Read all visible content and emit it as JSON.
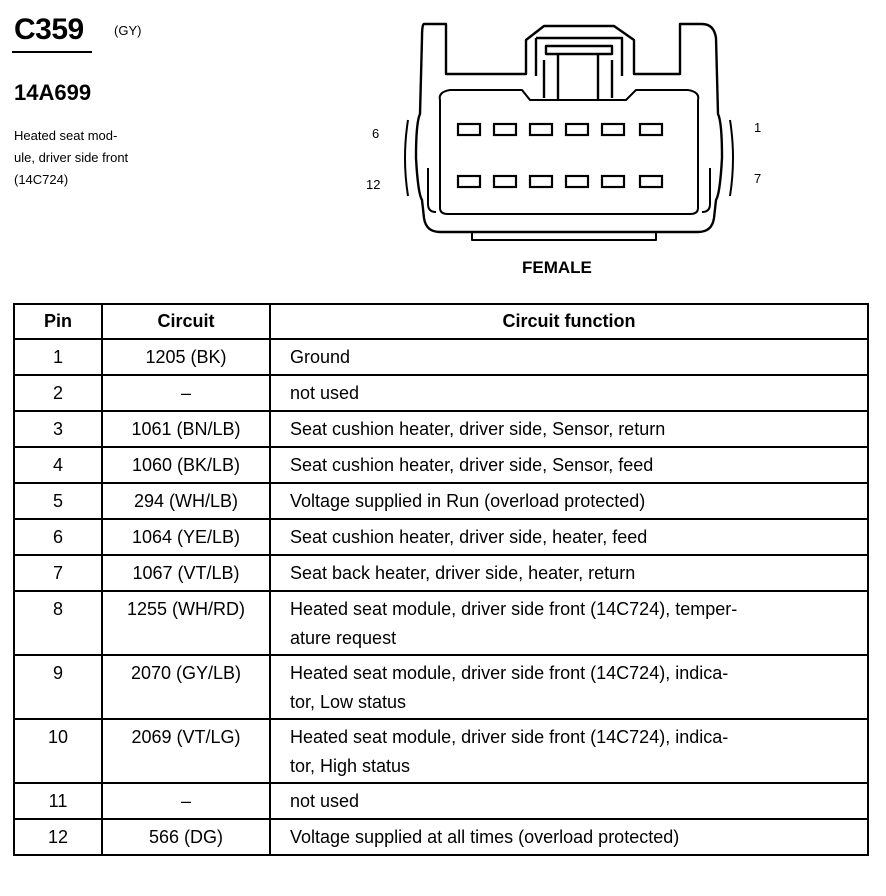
{
  "header": {
    "connector_id": "C359",
    "color_code": "(GY)",
    "part_number": "14A699",
    "description_lines": [
      "Heated seat mod-",
      "ule, driver side front",
      "(14C724)"
    ]
  },
  "diagram": {
    "pin_labels": {
      "top_left": "6",
      "bottom_left": "12",
      "top_right": "1",
      "bottom_right": "7"
    },
    "gender_label": "FEMALE"
  },
  "table": {
    "headers": [
      "Pin",
      "Circuit",
      "Circuit function"
    ],
    "rows": [
      {
        "pin": "1",
        "circuit": "1205 (BK)",
        "function": [
          "Ground"
        ]
      },
      {
        "pin": "2",
        "circuit": "–",
        "function": [
          "not used"
        ]
      },
      {
        "pin": "3",
        "circuit": "1061 (BN/LB)",
        "function": [
          "Seat cushion heater, driver side, Sensor, return"
        ]
      },
      {
        "pin": "4",
        "circuit": "1060 (BK/LB)",
        "function": [
          "Seat cushion heater, driver side, Sensor, feed"
        ]
      },
      {
        "pin": "5",
        "circuit": "294 (WH/LB)",
        "function": [
          "Voltage supplied in Run (overload protected)"
        ]
      },
      {
        "pin": "6",
        "circuit": "1064 (YE/LB)",
        "function": [
          "Seat cushion heater, driver side, heater, feed"
        ]
      },
      {
        "pin": "7",
        "circuit": "1067 (VT/LB)",
        "function": [
          "Seat back heater, driver side, heater, return"
        ]
      },
      {
        "pin": "8",
        "circuit": "1255 (WH/RD)",
        "function": [
          "Heated seat module, driver side front (14C724), temper-",
          "ature request"
        ]
      },
      {
        "pin": "9",
        "circuit": "2070 (GY/LB)",
        "function": [
          "Heated seat module, driver side front (14C724), indica-",
          "tor, Low status"
        ]
      },
      {
        "pin": "10",
        "circuit": "2069 (VT/LG)",
        "function": [
          "Heated seat module, driver side front (14C724), indica-",
          "tor, High status"
        ]
      },
      {
        "pin": "11",
        "circuit": "–",
        "function": [
          "not used"
        ]
      },
      {
        "pin": "12",
        "circuit": "566 (DG)",
        "function": [
          "Voltage supplied at all times (overload protected)"
        ]
      }
    ]
  }
}
